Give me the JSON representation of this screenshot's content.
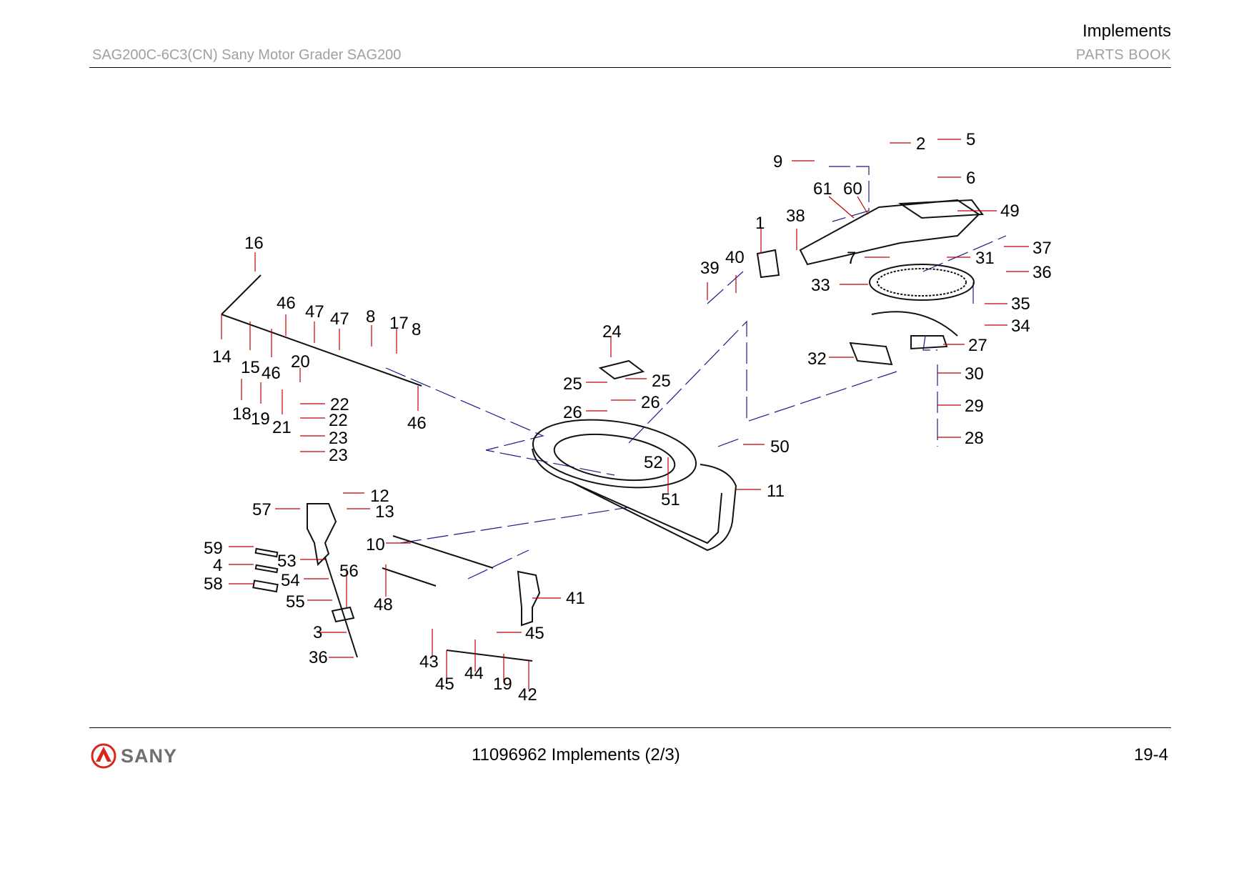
{
  "header": {
    "section_title": "Implements",
    "model": "SAG200C-6C3(CN) Sany Motor Grader SAG200",
    "book": "PARTS BOOK"
  },
  "footer": {
    "brand": "SANY",
    "caption": "11096962 Implements (2/3)",
    "page": "19-4"
  },
  "colors": {
    "leader": "#c00000",
    "link": "#1a1a8c",
    "part": "#111111",
    "header_grey": "#a0a0a0",
    "logo_red": "#d9261c"
  },
  "callouts": {
    "c2": "2",
    "c5": "5",
    "c9": "9",
    "c6": "6",
    "c61": "61",
    "c60": "60",
    "c49": "49",
    "c1": "1",
    "c38": "38",
    "c37": "37",
    "c7": "7",
    "c31": "31",
    "c39": "39",
    "c40": "40",
    "c36a": "36",
    "c33": "33",
    "c35": "35",
    "c34": "34",
    "c27": "27",
    "c32": "32",
    "c30": "30",
    "c29": "29",
    "c28": "28",
    "c16": "16",
    "c46a": "46",
    "c47a": "47",
    "c47b": "47",
    "c8a": "8",
    "c17": "17",
    "c8b": "8",
    "c14": "14",
    "c15": "15",
    "c46b": "46",
    "c20": "20",
    "c24": "24",
    "c18": "18",
    "c19a": "19",
    "c21": "21",
    "c22a": "22",
    "c22b": "22",
    "c46c": "46",
    "c23a": "23",
    "c23b": "23",
    "c25a": "25",
    "c25b": "25",
    "c26a": "26",
    "c26b": "26",
    "c50": "50",
    "c52": "52",
    "c51": "51",
    "c11": "11",
    "c12": "12",
    "c57": "57",
    "c13": "13",
    "c10": "10",
    "c59": "59",
    "c4": "4",
    "c53": "53",
    "c56": "56",
    "c58": "58",
    "c54": "54",
    "c55": "55",
    "c48": "48",
    "c41": "41",
    "c3": "3",
    "c45a": "45",
    "c36b": "36",
    "c43": "43",
    "c44": "44",
    "c45b": "45",
    "c19b": "19",
    "c42": "42"
  }
}
